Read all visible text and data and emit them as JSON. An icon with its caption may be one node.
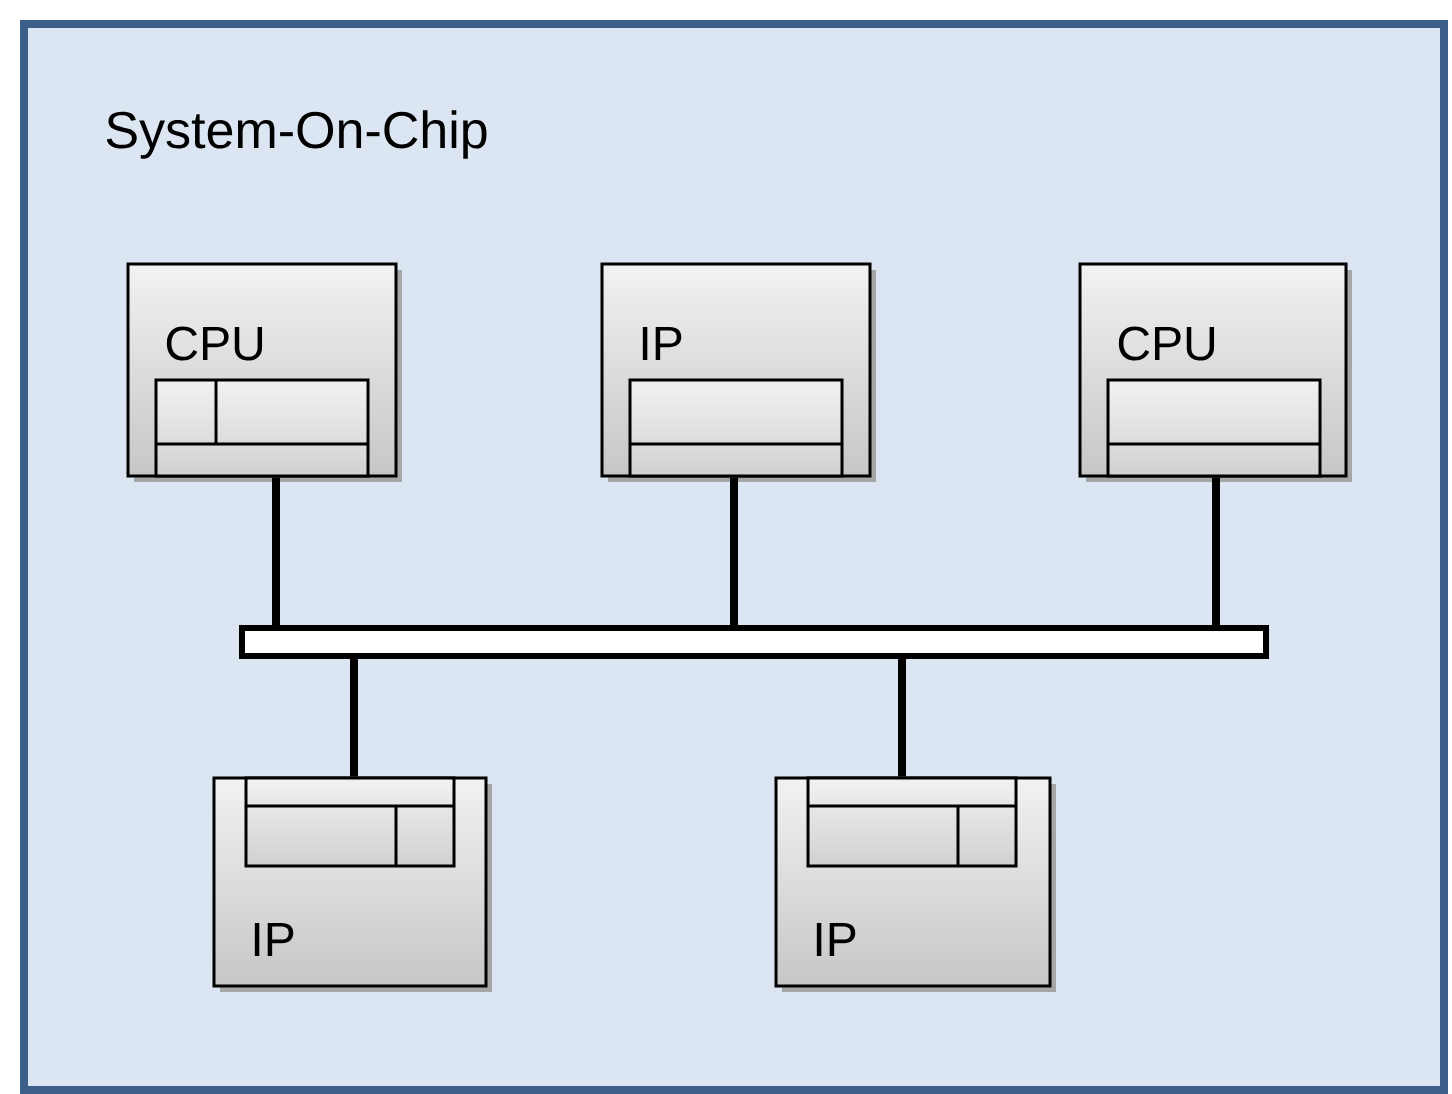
{
  "diagram": {
    "nodes": [
      {
        "text": [
          "System-On-Chip"
        ]
      },
      {
        "text": [
          "CPU"
        ],
        "in": 0
      },
      {
        "text": [
          "IP"
        ],
        "in": 0
      },
      {
        "text": [
          "CPU"
        ],
        "in": 0
      },
      {
        "text": [],
        "shape": "bar",
        "in": 0
      },
      {
        "text": [
          "IP"
        ],
        "in": 0
      },
      {
        "text": [
          "IP"
        ],
        "in": 0
      }
    ],
    "edges": [
      {
        "from": 1,
        "to": 4,
        "arrow": "none"
      },
      {
        "from": 2,
        "to": 4,
        "arrow": "none"
      },
      {
        "from": 3,
        "to": 4,
        "arrow": "none"
      },
      {
        "from": 4,
        "to": 5,
        "arrow": "none"
      },
      {
        "from": 4,
        "to": 6,
        "arrow": "none"
      }
    ]
  }
}
